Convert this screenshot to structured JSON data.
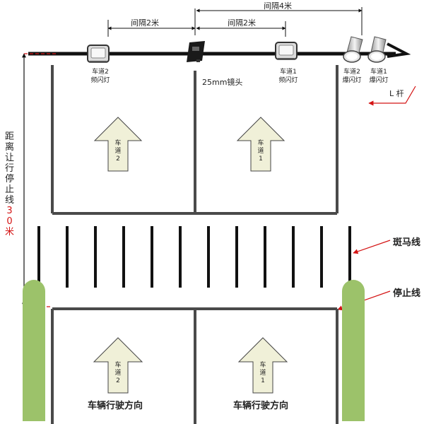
{
  "dimensions": {
    "spacing_2m_left": "间隔2米",
    "spacing_2m_right": "间隔2米",
    "spacing_4m": "间隔4米"
  },
  "devices": {
    "lane2_flash": {
      "line1": "车道2",
      "line2": "频闪灯"
    },
    "camera": "25mm镜头",
    "lane1_flash": {
      "line1": "车道1",
      "line2": "频闪灯"
    },
    "lane2_burst": {
      "line1": "车道2",
      "line2": "爆闪灯"
    },
    "lane1_burst": {
      "line1": "车道1",
      "line2": "爆闪灯"
    },
    "pole": "L 杆"
  },
  "lanes": {
    "upper_lane2_arrow": "车道2",
    "upper_lane1_arrow": "车道1",
    "lower_lane2_arrow": "车道2",
    "lower_lane1_arrow": "车道1",
    "direction_label": "车辆行驶方向"
  },
  "distance": {
    "prefix": "距离让行停止线",
    "value": "30米"
  },
  "markings": {
    "crosswalk": "斑马线",
    "stop_line": "停止线"
  },
  "colors": {
    "line": "#4a4a4a",
    "arrow_fill": "#f0f0d8",
    "green_island": "#9cc26a",
    "leader_red": "#d41414"
  }
}
